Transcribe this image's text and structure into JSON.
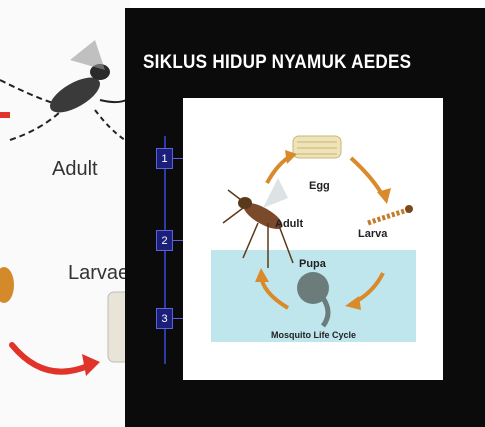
{
  "background": {
    "labels": {
      "adult": "Adult",
      "larvae": "Larvae"
    }
  },
  "slide": {
    "title": "SIKLUS HIDUP NYAMUK AEDES",
    "steps": [
      {
        "label": "1"
      },
      {
        "label": "2"
      },
      {
        "label": "3"
      }
    ],
    "diagram": {
      "labels": {
        "egg": "Egg",
        "adult": "Adult",
        "larva": "Larva",
        "pupa": "Pupa",
        "caption": "Mosquito Life Cycle"
      }
    }
  },
  "colors": {
    "slide_bg": "#0b0b0b",
    "accent_blue": "#1c1f7a",
    "water": "#bfe6ec",
    "arrow_orange": "#d98a2b",
    "red_arrow": "#e0342a"
  }
}
